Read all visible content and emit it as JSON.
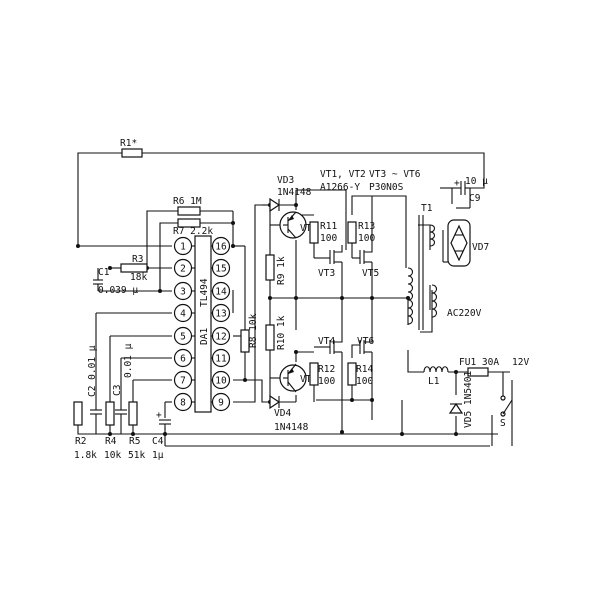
{
  "ic": {
    "designator": "DA1",
    "part": "TL494",
    "pins_left": [
      "1",
      "2",
      "3",
      "4",
      "5",
      "6",
      "7",
      "8"
    ],
    "pins_right": [
      "16",
      "15",
      "14",
      "13",
      "12",
      "11",
      "10",
      "9"
    ]
  },
  "labels": {
    "r1": "R1*",
    "r6": "R6  1M",
    "r7": "R7  2.2k",
    "r3": "R3",
    "r3v": "18k",
    "c1": "C1",
    "c1v": "0.039 μ",
    "r8": "R8  10k",
    "c2": "C2  0.01 μ",
    "c3": "C3",
    "c3v": "0.01 μ",
    "r2": "R2",
    "r2v": "1.8k",
    "r4": "R4",
    "r4v": "10k",
    "r5": "R5",
    "r5v": "51k",
    "c4": "C4",
    "c4v": "1μ",
    "vd3": "VD3",
    "vd3v": "1N4148",
    "vd4": "VD4",
    "vd4v": "1N4148",
    "vt1": "VT1",
    "vt2": "VT2",
    "vt12": "VT1, VT2",
    "vt12v": "A1266-Y",
    "vt36": "VT3 ~ VT6",
    "vt36v": "P30N0S",
    "r9": "R9  1k",
    "r10": "R10  1k",
    "r11": "R11",
    "r11v": "100",
    "r12": "R12",
    "r12v": "100",
    "r13": "R13",
    "r13v": "100",
    "r14": "R14",
    "r14v": "100",
    "vt3": "VT3",
    "vt4": "VT4",
    "vt5": "VT5",
    "vt6": "VT6",
    "t1": "T1",
    "c9": "C9",
    "c9v": "10 μ",
    "vd7": "VD7",
    "ac": "AC220V",
    "l1": "L1",
    "fu1": "FU1  30A",
    "v12": "12V",
    "vd5": "VD5  1N5401",
    "s": "S",
    "plus1": "+",
    "plus2": "+"
  }
}
